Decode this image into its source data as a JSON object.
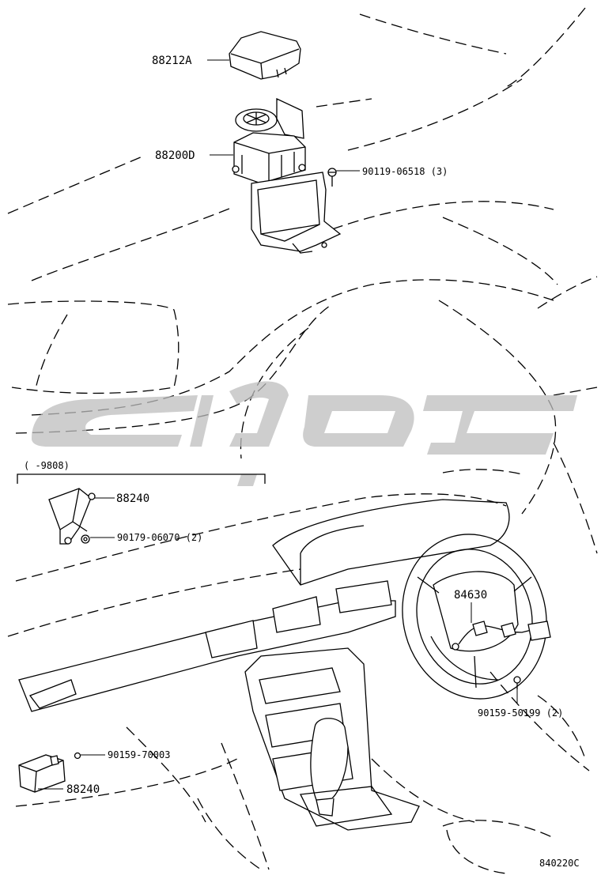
{
  "parts": {
    "p88212a": "88212A",
    "p88200d": "88200D",
    "p90119": "90119-06518 (3)",
    "p88240_top": "88240",
    "p90179": "90179-06070 (2)",
    "p84630": "84630",
    "p90159_50199": "90159-50199 (2)",
    "p90159_70003": "90159-70003",
    "p88240_bottom": "88240"
  },
  "date_range": "(      -9808)",
  "drawing_number": "840220C",
  "watermark": {
    "color": "#bdbdbd"
  }
}
